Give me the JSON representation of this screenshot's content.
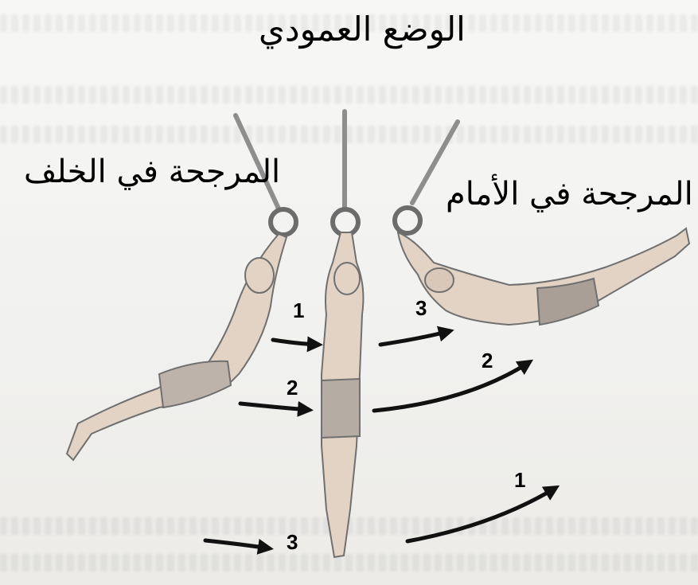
{
  "title": "الوضع العمودي",
  "labels": {
    "back_swing": "المرجحة في الخلف",
    "front_swing": "المرجحة في الأمام"
  },
  "sequence_numbers": {
    "vertical_1": "1",
    "vertical_2": "2",
    "vertical_3": "3",
    "front_1": "1",
    "front_2": "2",
    "front_3": "3"
  }
}
